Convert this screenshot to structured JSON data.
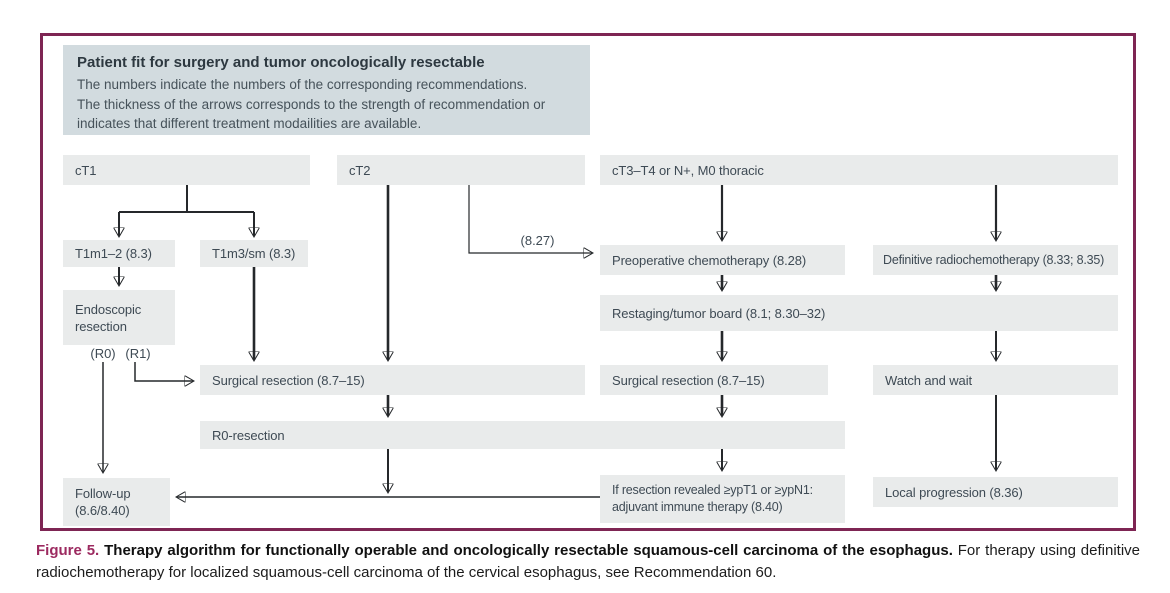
{
  "figure": {
    "legend": {
      "title": "Patient fit for surgery and tumor oncologically resectable",
      "line1": "The numbers indicate the numbers of the corresponding  recommendations.",
      "line2": "The thickness of the arrows corresponds to the strength of recommendation or",
      "line3": "indicates that different treatment modailities are available."
    },
    "nodes": {
      "ct1": "cT1",
      "ct2": "cT2",
      "ct3": "cT3–T4 or N+, M0 thoracic",
      "t1m12": "T1m1–2 (8.3)",
      "t1m3sm": "T1m3/sm (8.3)",
      "preop_chemo": "Preoperative chemotherapy (8.28)",
      "definitive_rct": "Definitive radiochemotherapy (8.33; 8.35)",
      "endoscopic_line1": "Endoscopic",
      "endoscopic_line2": "resection",
      "restaging": "Restaging/tumor board (8.1; 8.30–32)",
      "surgical_left": "Surgical resection (8.7–15)",
      "surgical_mid": "Surgical resection (8.7–15)",
      "watch_wait": "Watch and wait",
      "r0_resection": "R0-resection",
      "followup_line1": "Follow-up",
      "followup_line2": "(8.6/8.40)",
      "adjuvant_line1": "If resection revealed ≥ypT1 or ≥ypN1:",
      "adjuvant_line2": "adjuvant immune therapy (8.40)",
      "local_progression": "Local progression (8.36)"
    },
    "edge_labels": {
      "r0": "(R0)",
      "r1": "(R1)",
      "rec_827": "(8.27)"
    },
    "colors": {
      "border": "#7e2553",
      "legend_bg": "#d2dbdf",
      "node_bg": "#e9ebeb",
      "node_text": "#3e4a54",
      "arrow": "#25282b",
      "caption_accent": "#9c2a60"
    }
  },
  "caption": {
    "label": "Figure 5.",
    "title": "Therapy algorithm for functionally operable and oncologically resectable squamous-cell carcinoma of the esophagus.",
    "body": "For therapy using definitive radiochemotherapy for localized squamous-cell carcinoma of the cervical esophagus, see Recommendation 60."
  }
}
